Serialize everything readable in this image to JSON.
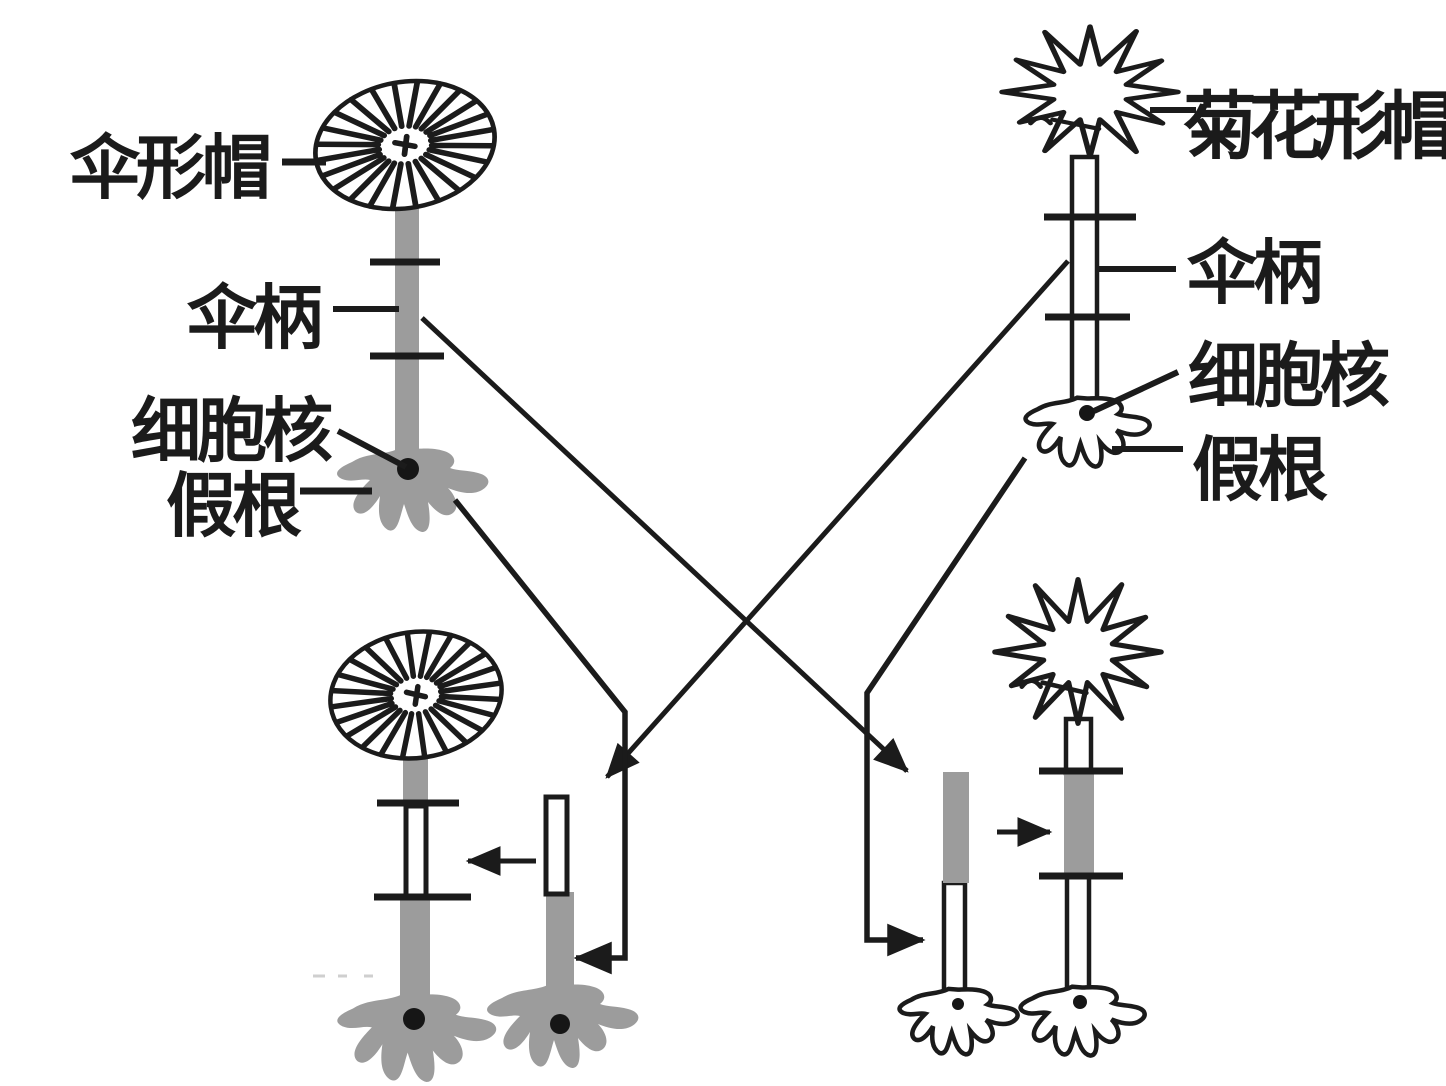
{
  "colors": {
    "ink": "#1b1b1b",
    "cytoplasm": "#9c9c9c",
    "nucleus": "#161616",
    "background": "#ffffff"
  },
  "left_alga": {
    "cap_label": "伞形帽",
    "stalk_label": "伞柄",
    "nucleus_label": "细胞核",
    "rhizoid_label": "假根"
  },
  "right_alga": {
    "cap_label": "菊花形帽",
    "stalk_label": "伞柄",
    "nucleus_label": "细胞核",
    "rhizoid_label": "假根"
  }
}
